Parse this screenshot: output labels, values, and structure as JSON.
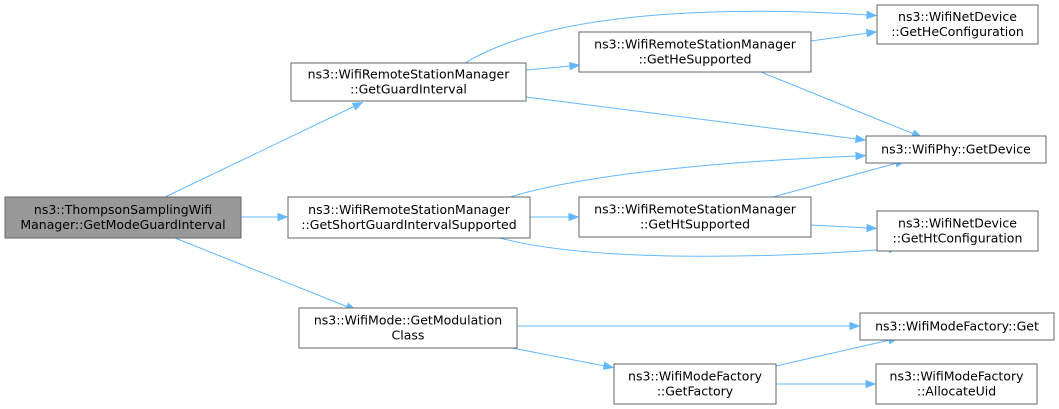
{
  "diagram": {
    "edge_color": "#63b8ff",
    "root_fill": "#999999",
    "nodes": [
      {
        "id": "root",
        "lines": [
          "ns3::ThompsonSamplingWifi",
          "Manager::GetModeGuardInterval"
        ]
      },
      {
        "id": "getGuardInterval",
        "lines": [
          "ns3::WifiRemoteStationManager",
          "::GetGuardInterval"
        ]
      },
      {
        "id": "getShortGI",
        "lines": [
          "ns3::WifiRemoteStationManager",
          "::GetShortGuardIntervalSupported"
        ]
      },
      {
        "id": "getModClass",
        "lines": [
          "ns3::WifiMode::GetModulation",
          "Class"
        ]
      },
      {
        "id": "getHeSupported",
        "lines": [
          "ns3::WifiRemoteStationManager",
          "::GetHeSupported"
        ]
      },
      {
        "id": "getHtSupported",
        "lines": [
          "ns3::WifiRemoteStationManager",
          "::GetHtSupported"
        ]
      },
      {
        "id": "getFactory",
        "lines": [
          "ns3::WifiModeFactory",
          "::GetFactory"
        ]
      },
      {
        "id": "getHeConfig",
        "lines": [
          "ns3::WifiNetDevice",
          "::GetHeConfiguration"
        ]
      },
      {
        "id": "getDevice",
        "lines": [
          "ns3::WifiPhy::GetDevice"
        ]
      },
      {
        "id": "getHtConfig",
        "lines": [
          "ns3::WifiNetDevice",
          "::GetHtConfiguration"
        ]
      },
      {
        "id": "factoryGet",
        "lines": [
          "ns3::WifiModeFactory::Get"
        ]
      },
      {
        "id": "allocateUid",
        "lines": [
          "ns3::WifiModeFactory",
          "::AllocateUid"
        ]
      }
    ],
    "edges": [
      {
        "from": "root",
        "to": "getGuardInterval"
      },
      {
        "from": "root",
        "to": "getShortGI"
      },
      {
        "from": "root",
        "to": "getModClass"
      },
      {
        "from": "getGuardInterval",
        "to": "getHeConfig"
      },
      {
        "from": "getGuardInterval",
        "to": "getHeSupported"
      },
      {
        "from": "getGuardInterval",
        "to": "getDevice"
      },
      {
        "from": "getHeSupported",
        "to": "getHeConfig"
      },
      {
        "from": "getHeSupported",
        "to": "getDevice"
      },
      {
        "from": "getShortGI",
        "to": "getDevice"
      },
      {
        "from": "getShortGI",
        "to": "getHtSupported"
      },
      {
        "from": "getShortGI",
        "to": "getHtConfig"
      },
      {
        "from": "getHtSupported",
        "to": "getDevice"
      },
      {
        "from": "getHtSupported",
        "to": "getHtConfig"
      },
      {
        "from": "getModClass",
        "to": "factoryGet"
      },
      {
        "from": "getModClass",
        "to": "getFactory"
      },
      {
        "from": "getFactory",
        "to": "factoryGet"
      },
      {
        "from": "getFactory",
        "to": "allocateUid"
      }
    ]
  }
}
